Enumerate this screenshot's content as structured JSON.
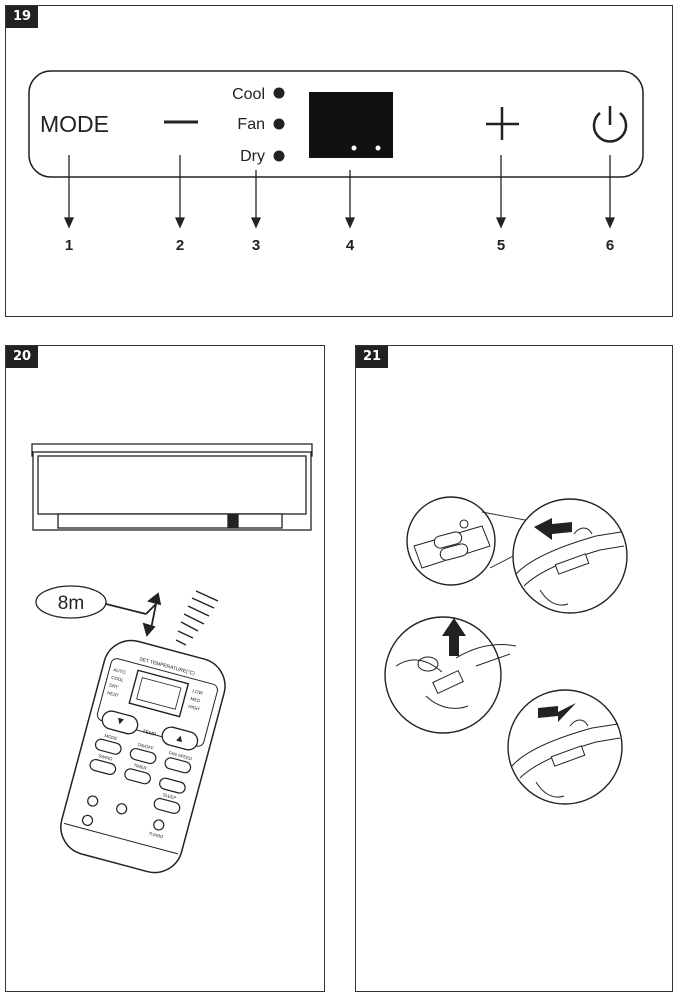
{
  "figures": {
    "fig19": {
      "number": "19"
    },
    "fig20": {
      "number": "20"
    },
    "fig21": {
      "number": "21"
    }
  },
  "control_panel": {
    "mode_label": "MODE",
    "modes": [
      "Cool",
      "Fan",
      "Dry"
    ],
    "callouts": [
      "1",
      "2",
      "3",
      "4",
      "5",
      "6"
    ],
    "icons": {
      "minus": "minus-icon",
      "plus": "plus-icon",
      "power": "power-icon"
    }
  },
  "remote": {
    "range_label": "8m",
    "display_header": "SET TEMPERATURE(°C)",
    "mode_list": [
      "AUTO",
      "COOL",
      "DRY",
      "HEAT"
    ],
    "fan_list": [
      "LOW",
      "MED",
      "HIGH"
    ],
    "temp_label": "TEMP",
    "buttons": [
      "MODE",
      "ON/OFF",
      "FAN SPEED",
      "SWING",
      "TIMER",
      "SLEEP",
      "TURBO"
    ]
  }
}
